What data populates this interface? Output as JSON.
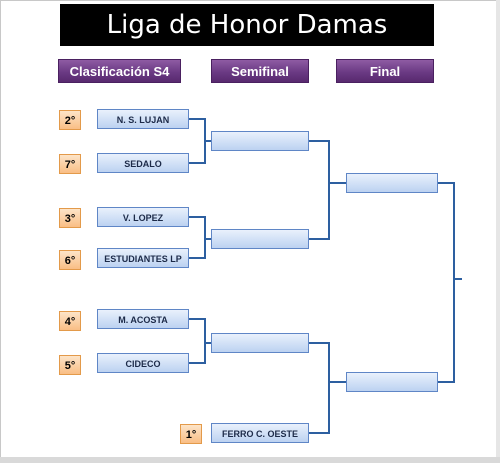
{
  "title": "Liga de Honor Damas",
  "rounds": {
    "r1": "Clasificación S4",
    "r2": "Semifinal",
    "r3": "Final"
  },
  "entries": [
    {
      "seed": "2°",
      "team": "N. S. LUJAN"
    },
    {
      "seed": "7°",
      "team": "SEDALO"
    },
    {
      "seed": "3°",
      "team": "V. LOPEZ"
    },
    {
      "seed": "6°",
      "team": "ESTUDIANTES LP"
    },
    {
      "seed": "4°",
      "team": "M. ACOSTA"
    },
    {
      "seed": "5°",
      "team": "CIDECO"
    }
  ],
  "bye": {
    "seed": "1°",
    "team": "FERRO C. OESTE"
  },
  "colors": {
    "title_bg": "#000000",
    "round_header": "#6b3a84",
    "seed_fill": "#f9be85",
    "team_fill": "#bcd2f1",
    "connector": "#2d5fa0"
  }
}
